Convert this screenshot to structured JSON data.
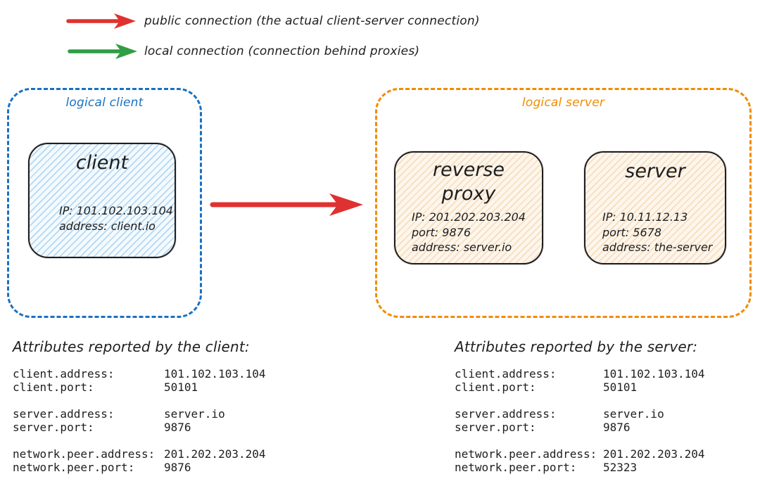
{
  "colors": {
    "red": "#e03131",
    "green": "#2f9e44",
    "blue": "#1971c2",
    "orange": "#f08c00",
    "ink": "#1e1e1e"
  },
  "legend": {
    "items": [
      {
        "name": "public-connection",
        "color": "#e03131",
        "label": "public connection (the actual client-server connection)"
      },
      {
        "name": "local-connection",
        "color": "#2f9e44",
        "label": "local connection (connection behind proxies)"
      }
    ]
  },
  "diagram": {
    "logical_client": {
      "label": "logical client",
      "client_node": {
        "title": "client",
        "lines": [
          "IP: 101.102.103.104",
          "address: client.io"
        ]
      }
    },
    "logical_server": {
      "label": "logical server",
      "reverse_proxy_node": {
        "title": "reverse\nproxy",
        "lines": [
          "IP: 201.202.203.204",
          "port: 9876",
          "address: server.io"
        ]
      },
      "server_node": {
        "title": "server",
        "lines": [
          "IP: 10.11.12.13",
          "port: 5678",
          "address: the-server"
        ]
      }
    },
    "arrow": {
      "name": "public-connection-arrow",
      "color": "#e03131"
    }
  },
  "attributes": {
    "client": {
      "title": "Attributes reported by the client:",
      "groups": [
        [
          {
            "key": "client.address:",
            "value": "101.102.103.104"
          },
          {
            "key": "client.port:",
            "value": "50101"
          }
        ],
        [
          {
            "key": "server.address:",
            "value": "server.io"
          },
          {
            "key": "server.port:",
            "value": "9876"
          }
        ],
        [
          {
            "key": "network.peer.address:",
            "value": "201.202.203.204"
          },
          {
            "key": "network.peer.port:",
            "value": "9876"
          }
        ]
      ]
    },
    "server": {
      "title": "Attributes reported by the server:",
      "groups": [
        [
          {
            "key": "client.address:",
            "value": "101.102.103.104"
          },
          {
            "key": "client.port:",
            "value": "50101"
          }
        ],
        [
          {
            "key": "server.address:",
            "value": "server.io"
          },
          {
            "key": "server.port:",
            "value": "9876"
          }
        ],
        [
          {
            "key": "network.peer.address:",
            "value": "201.202.203.204"
          },
          {
            "key": "network.peer.port:",
            "value": "52323"
          }
        ]
      ]
    }
  }
}
